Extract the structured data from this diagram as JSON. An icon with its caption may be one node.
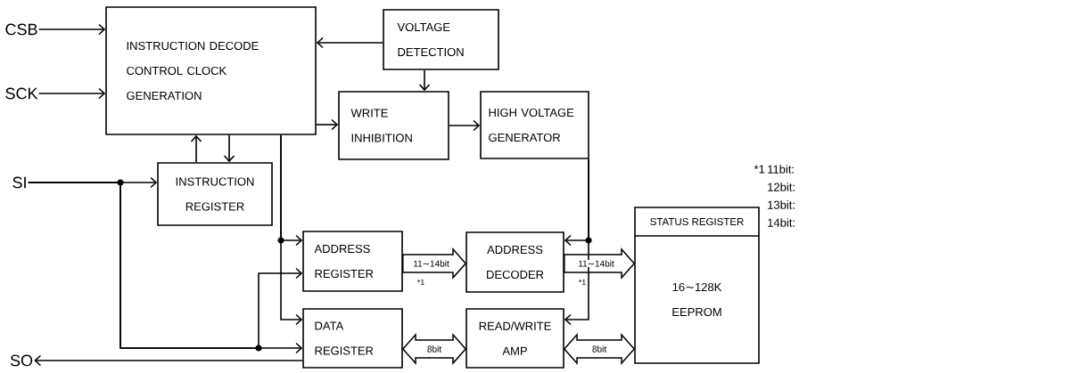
{
  "diagram": {
    "nodes": [
      {
        "text": [
          "CSB"
        ]
      },
      {
        "text": [
          "SCK"
        ]
      },
      {
        "text": [
          "SI"
        ]
      },
      {
        "text": [
          "SO"
        ]
      },
      {
        "text": [
          "INSTRUCTION DECODE CONTROL CLOCK GENERATION"
        ]
      },
      {
        "text": [
          "VOLTAGE DETECTION"
        ]
      },
      {
        "text": [
          "WRITE INHIBITION"
        ]
      },
      {
        "text": [
          "HIGH VOLTAGE GENERATOR"
        ]
      },
      {
        "text": [
          "INSTRUCTION REGISTER"
        ]
      },
      {
        "text": [
          "ADDRESS REGISTER"
        ]
      },
      {
        "text": [
          "ADDRESS DECODER"
        ]
      },
      {
        "text": [
          "STATUS REGISTER",
          "16∼128K EEPROM"
        ]
      },
      {
        "text": [
          "READ/WRITE AMP"
        ]
      },
      {
        "text": [
          "DATA REGISTER"
        ]
      }
    ],
    "edges": [
      {
        "from": 0,
        "to": 4,
        "arrow": "to"
      },
      {
        "from": 1,
        "to": 4,
        "arrow": "to"
      },
      {
        "from": 5,
        "to": 4,
        "arrow": "to"
      },
      {
        "from": 5,
        "to": 6,
        "arrow": "to"
      },
      {
        "from": 4,
        "to": 6,
        "arrow": "to"
      },
      {
        "from": 6,
        "to": 7,
        "arrow": "to"
      },
      {
        "from": 8,
        "to": 4,
        "arrow": "to"
      },
      {
        "from": 4,
        "to": 8,
        "arrow": "to"
      },
      {
        "from": 2,
        "to": 8,
        "arrow": "to"
      },
      {
        "from": 2,
        "to": 13,
        "arrow": "to"
      },
      {
        "from": 2,
        "to": 9,
        "arrow": "to"
      },
      {
        "from": 4,
        "to": 9,
        "arrow": "to"
      },
      {
        "from": 4,
        "to": 13,
        "arrow": "to"
      },
      {
        "from": 7,
        "to": 10,
        "arrow": "to"
      },
      {
        "from": 7,
        "to": 12,
        "arrow": "to"
      },
      {
        "from": 9,
        "to": 10,
        "arrow": "to",
        "label": "11∼14bit",
        "style": "thick"
      },
      {
        "from": 10,
        "to": 11,
        "arrow": "to",
        "label": "11∼14bit",
        "style": "thick"
      },
      {
        "from": 13,
        "to": 12,
        "arrow": "both",
        "label": "8bit",
        "style": "thick"
      },
      {
        "from": 12,
        "to": 11,
        "arrow": "both",
        "label": "8bit",
        "style": "thick"
      },
      {
        "from": 13,
        "to": 3,
        "arrow": "to"
      }
    ],
    "labels": [
      "*1",
      "*1",
      "*1",
      "11bit:",
      "12bit:",
      "13bit:",
      "14bit:"
    ]
  }
}
